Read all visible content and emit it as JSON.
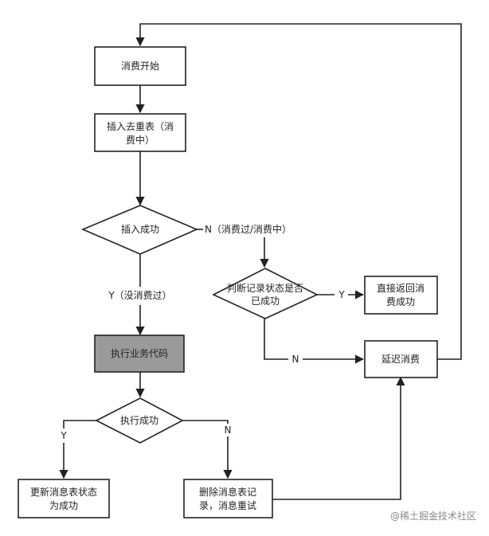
{
  "nodes": {
    "start": "消费开始",
    "insert_line1": "插入去重表（消",
    "insert_line2": "费中）",
    "insert_success": "插入成功",
    "judge_line1": "判断记录状态是否",
    "judge_line2": "已成功",
    "return_line1": "直接返回消",
    "return_line2": "费成功",
    "execute": "执行业务代码",
    "exec_success": "执行成功",
    "delay": "延迟消费",
    "update_line1": "更新消息表状态",
    "update_line2": "为成功",
    "delete_line1": "删除消息表记",
    "delete_line2": "录，消息重试"
  },
  "edges": {
    "n_consumed": "N（消费过/消费中）",
    "y_not_consumed": "Y（没消费过）",
    "y_judge": "Y",
    "n_judge": "N",
    "y_exec": "Y",
    "n_exec": "N"
  },
  "watermark": "@稀土掘金技术社区",
  "colors": {
    "stroke": "#222222",
    "execute_fill": "#9a9a9a",
    "background": "#ffffff"
  }
}
